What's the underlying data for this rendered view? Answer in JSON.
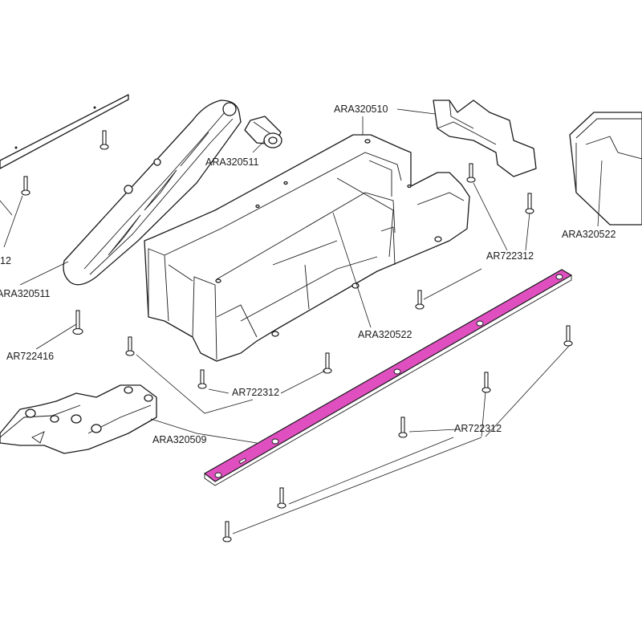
{
  "diagram": {
    "highlight_color": "#e04fc0",
    "callouts": {
      "ara320510": "ARA320510",
      "ara320511_top": "ARA320511",
      "ara320511_left": "ARA320511",
      "ara320522_right": "ARA320522",
      "ara320522_center": "ARA320522",
      "ar722312_right": "AR722312",
      "ar722312_center": "AR722312",
      "ar722312_bottom": "AR722312",
      "ar722416": "AR722416",
      "ara320509": "ARA320509",
      "partial_12": "12"
    }
  }
}
